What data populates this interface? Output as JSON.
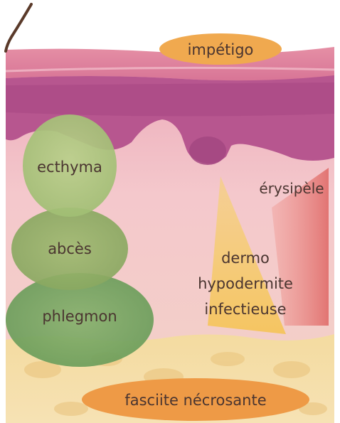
{
  "labels": {
    "impetigo": "impétigo",
    "ecthyma": "ecthyma",
    "abces": "abcès",
    "phlegmon": "phlegmon",
    "erysipele": "érysipèle",
    "dermo_line1": "dermo",
    "dermo_line2": "hypodermite",
    "dermo_line3": "infectieuse",
    "fasciite": "fasciite nécrosante"
  },
  "colors": {
    "background": "#ffffff",
    "epidermis": "#e7a0b2",
    "dermis_purple": "#b5508c",
    "dermis_pink": "#f1bcc6",
    "hypodermis_fat": "#f2d08c",
    "label_orange": "#f0a850",
    "green_light": "#a9c47a",
    "green_mid": "#8aaa62",
    "green_dark": "#6f9c5a",
    "triangle_yellow": "#f7cf6a",
    "triangle_red": "#e98a86",
    "hair": "#5a3a2a",
    "text": "#4a3530"
  }
}
